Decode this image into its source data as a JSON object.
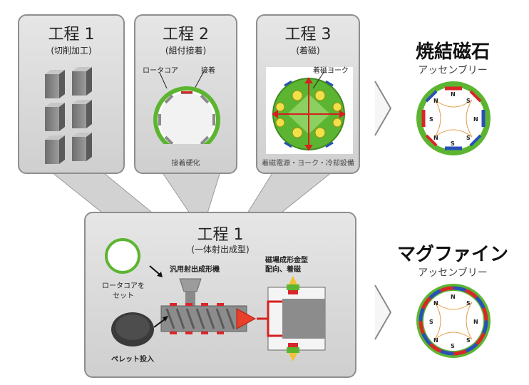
{
  "steps": [
    {
      "title": "工程 1",
      "subtitle": "(切削加工)",
      "caption": ""
    },
    {
      "title": "工程 2",
      "subtitle": "(組付接着)",
      "caption": "接着硬化",
      "label_core": "ロータコア",
      "label_glue": "接着"
    },
    {
      "title": "工程 3",
      "subtitle": "(着磁)",
      "caption": "着磁電源・ヨーク・冷却設備",
      "label_yoke": "着磁ヨーク"
    }
  ],
  "sintered": {
    "title": "焼結磁石",
    "subtitle": "アッセンブリー"
  },
  "magfine": {
    "title": "マグファイン",
    "subtitle": "アッセンブリー"
  },
  "integrated": {
    "title": "工程 1",
    "subtitle": "(一体射出成型)",
    "core_label": "ロータコアを\nセット",
    "machine_label": "汎用射出成形機",
    "mold_label": "磁場成形金型\n配向、着磁",
    "pellet_label": "ペレット投入"
  },
  "pole_labels": [
    "N",
    "S"
  ],
  "colors": {
    "ring_green": "#5cb531",
    "magnet_red": "#d9262a",
    "magnet_blue": "#2a4fb8",
    "arrow_red": "#d62020",
    "flux_orange": "#e8a050"
  }
}
